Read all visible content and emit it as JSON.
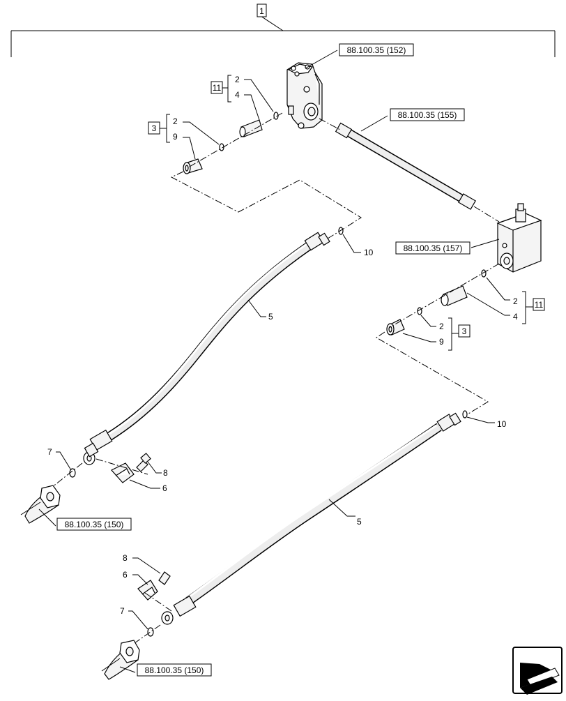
{
  "refs": {
    "r152": "88.100.35 (152)",
    "r155": "88.100.35 (155)",
    "r157": "88.100.35 (157)",
    "r150a": "88.100.35 (150)",
    "r150b": "88.100.35 (150)"
  },
  "groups": {
    "g1": "1",
    "g11_top": "11",
    "g3_top": "3",
    "g11_right": "11",
    "g3_right": "3"
  },
  "callouts": {
    "t_2a": "2",
    "t_4a": "4",
    "t_2b": "2",
    "t_9a": "9",
    "t_10a": "10",
    "t_5a": "5",
    "t_2c": "2",
    "t_4b": "4",
    "t_2d": "2",
    "t_9b": "9",
    "t_7a": "7",
    "t_8a": "8",
    "t_6a": "6",
    "t_10b": "10",
    "t_5b": "5",
    "t_8b": "8",
    "t_6b": "6",
    "t_7b": "7"
  }
}
